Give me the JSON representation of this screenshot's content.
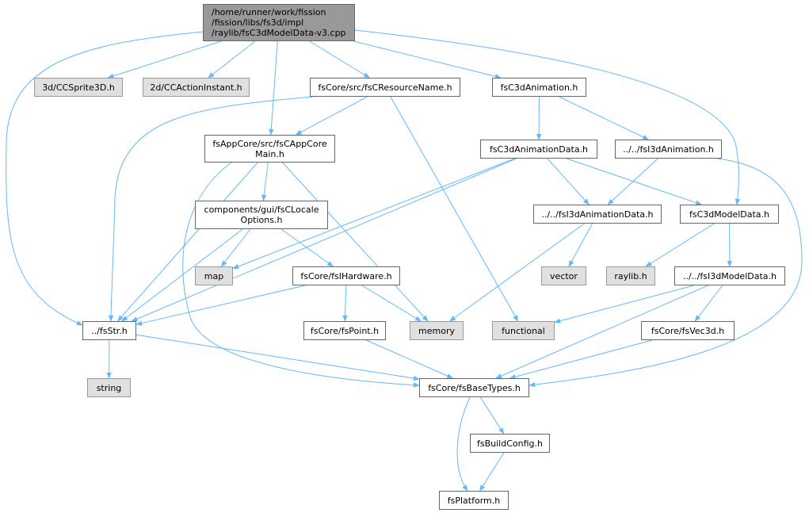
{
  "theme": {
    "edge_color": "#63b8ff",
    "node_fill": "#ffffff",
    "node_border": "#666666",
    "external_fill": "#e0e0e0",
    "external_border": "#999999",
    "root_fill": "#999999"
  },
  "graph": {
    "root": {
      "id": "root",
      "lines": [
        "/home/runner/work/fission",
        "/fission/libs/fs3d/impl",
        "/raylib/fsC3dModelData-v3.cpp"
      ]
    },
    "nodes": [
      {
        "id": "ccsprite3d",
        "kind": "external",
        "lines": [
          "3d/CCSprite3D.h"
        ]
      },
      {
        "id": "ccactioninstant",
        "kind": "external",
        "lines": [
          "2d/CCActionInstant.h"
        ]
      },
      {
        "id": "fscresourcename",
        "kind": "normal",
        "lines": [
          "fsCore/src/fsCResourceName.h"
        ]
      },
      {
        "id": "fsc3danimation",
        "kind": "normal",
        "lines": [
          "fsC3dAnimation.h"
        ]
      },
      {
        "id": "fscappcoremain",
        "kind": "normal",
        "lines": [
          "fsAppCore/src/fsCAppCore",
          "Main.h"
        ]
      },
      {
        "id": "fsc3danimationdata",
        "kind": "normal",
        "lines": [
          "fsC3dAnimationData.h"
        ]
      },
      {
        "id": "fsi3danimation",
        "kind": "normal",
        "lines": [
          "../../fsI3dAnimation.h"
        ]
      },
      {
        "id": "fsclocaleoptions",
        "kind": "normal",
        "lines": [
          "components/gui/fsCLocale",
          "Options.h"
        ]
      },
      {
        "id": "fsi3danimationdata",
        "kind": "normal",
        "lines": [
          "../../fsI3dAnimationData.h"
        ]
      },
      {
        "id": "fsc3dmodeldata",
        "kind": "normal",
        "lines": [
          "fsC3dModelData.h"
        ]
      },
      {
        "id": "map",
        "kind": "external",
        "lines": [
          "map"
        ]
      },
      {
        "id": "fsihardware",
        "kind": "normal",
        "lines": [
          "fsCore/fsIHardware.h"
        ]
      },
      {
        "id": "vector",
        "kind": "external",
        "lines": [
          "vector"
        ]
      },
      {
        "id": "raylib",
        "kind": "external",
        "lines": [
          "raylib.h"
        ]
      },
      {
        "id": "fsi3dmodeldata",
        "kind": "normal",
        "lines": [
          "../../fsI3dModelData.h"
        ]
      },
      {
        "id": "fsstr",
        "kind": "normal",
        "lines": [
          "../fsStr.h"
        ]
      },
      {
        "id": "fspoint",
        "kind": "normal",
        "lines": [
          "fsCore/fsPoint.h"
        ]
      },
      {
        "id": "memory",
        "kind": "external",
        "lines": [
          "memory"
        ]
      },
      {
        "id": "functional",
        "kind": "external",
        "lines": [
          "functional"
        ]
      },
      {
        "id": "fsvec3d",
        "kind": "normal",
        "lines": [
          "fsCore/fsVec3d.h"
        ]
      },
      {
        "id": "string",
        "kind": "external",
        "lines": [
          "string"
        ]
      },
      {
        "id": "fsbasetypes",
        "kind": "normal",
        "lines": [
          "fsCore/fsBaseTypes.h"
        ]
      },
      {
        "id": "fsbuildconfig",
        "kind": "normal",
        "lines": [
          "fsBuildConfig.h"
        ]
      },
      {
        "id": "fsplatform",
        "kind": "normal",
        "lines": [
          "fsPlatform.h"
        ]
      }
    ],
    "edges": [
      [
        "root",
        "fsstr"
      ],
      [
        "root",
        "ccsprite3d"
      ],
      [
        "root",
        "ccactioninstant"
      ],
      [
        "root",
        "fscappcoremain"
      ],
      [
        "root",
        "fscresourcename"
      ],
      [
        "root",
        "fsc3danimation"
      ],
      [
        "root",
        "fsc3dmodeldata"
      ],
      [
        "fscresourcename",
        "fscappcoremain"
      ],
      [
        "fscresourcename",
        "fsstr"
      ],
      [
        "fscresourcename",
        "functional"
      ],
      [
        "fsc3danimation",
        "fsc3danimationdata"
      ],
      [
        "fsc3danimation",
        "fsi3danimation"
      ],
      [
        "fscappcoremain",
        "fsclocaleoptions"
      ],
      [
        "fscappcoremain",
        "fsstr"
      ],
      [
        "fscappcoremain",
        "fsbasetypes"
      ],
      [
        "fscappcoremain",
        "memory"
      ],
      [
        "fsc3danimationdata",
        "map"
      ],
      [
        "fsc3danimationdata",
        "fsstr"
      ],
      [
        "fsc3danimationdata",
        "fsi3danimationdata"
      ],
      [
        "fsc3danimationdata",
        "fsc3dmodeldata"
      ],
      [
        "fsi3danimation",
        "fsi3danimationdata"
      ],
      [
        "fsi3danimation",
        "fsbasetypes"
      ],
      [
        "fsclocaleoptions",
        "map"
      ],
      [
        "fsclocaleoptions",
        "fsstr"
      ],
      [
        "fsclocaleoptions",
        "fsihardware"
      ],
      [
        "fsi3danimationdata",
        "vector"
      ],
      [
        "fsi3danimationdata",
        "memory"
      ],
      [
        "fsc3dmodeldata",
        "raylib"
      ],
      [
        "fsc3dmodeldata",
        "fsi3dmodeldata"
      ],
      [
        "fsihardware",
        "fsstr"
      ],
      [
        "fsihardware",
        "fspoint"
      ],
      [
        "fsihardware",
        "memory"
      ],
      [
        "fsi3dmodeldata",
        "functional"
      ],
      [
        "fsi3dmodeldata",
        "fsvec3d"
      ],
      [
        "fsi3dmodeldata",
        "fsbasetypes"
      ],
      [
        "fsstr",
        "string"
      ],
      [
        "fsstr",
        "fsbasetypes"
      ],
      [
        "fspoint",
        "fsbasetypes"
      ],
      [
        "fsvec3d",
        "fsbasetypes"
      ],
      [
        "fsbasetypes",
        "fsbuildconfig"
      ],
      [
        "fsbasetypes",
        "fsplatform"
      ],
      [
        "fsbuildconfig",
        "fsplatform"
      ]
    ]
  }
}
